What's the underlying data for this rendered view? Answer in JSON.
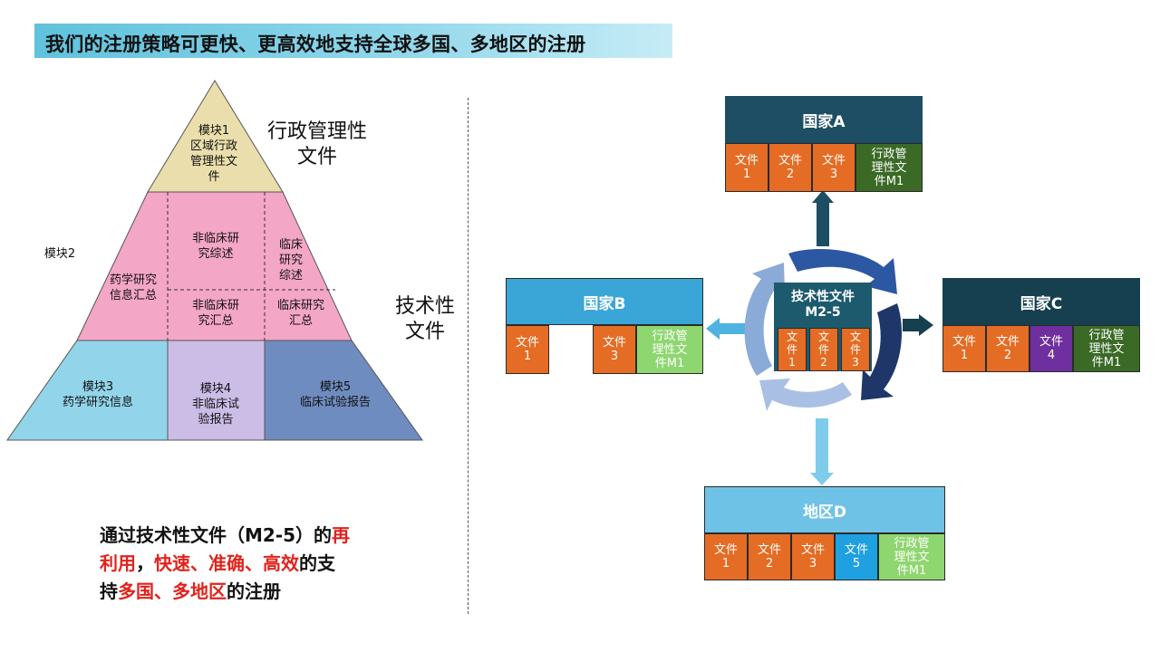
{
  "title": "我们的注册策略可更快、更高效地支持全球多国、多地区的注册",
  "pyramid": {
    "module1": [
      "模块1",
      "区域行政",
      "管理性文",
      "件"
    ],
    "module2": "模块2",
    "pharm_summary": [
      "药学研究",
      "信息汇总"
    ],
    "nonclinical_review": [
      "非临床研",
      "究综述"
    ],
    "clinical_review": [
      "临床",
      "研究",
      "综述"
    ],
    "nonclinical_summary": [
      "非临床研",
      "究汇总"
    ],
    "clinical_summary": [
      "临床研究",
      "汇总"
    ],
    "module3": [
      "模块3",
      "药学研究信息"
    ],
    "module4": [
      "模块4",
      "非临床试",
      "验报告"
    ],
    "module5": [
      "模块5",
      "临床试验报告"
    ],
    "admin_label": [
      "行政管理性",
      "文件"
    ],
    "tech_label": [
      "技术性",
      "文件"
    ]
  },
  "summary": {
    "p1": "通过技术性文件（M2-5）的",
    "p2": "再",
    "p3": "利用",
    "p4": "，",
    "p5": "快速、准确、高效",
    "p6": "的支",
    "p7": "持",
    "p8": "多国、多地区",
    "p9": "的注册"
  },
  "center": {
    "title": [
      "技术性文件",
      "M2-5"
    ],
    "docs": [
      [
        "文",
        "件",
        "1"
      ],
      [
        "文",
        "件",
        "2"
      ],
      [
        "文",
        "件",
        "3"
      ]
    ]
  },
  "countries": {
    "a": {
      "name": "国家A",
      "cells": [
        [
          "文件",
          "1"
        ],
        [
          "文件",
          "2"
        ],
        [
          "文件",
          "3"
        ],
        [
          "行政管",
          "理性文",
          "件M1"
        ]
      ]
    },
    "b": {
      "name": "国家B",
      "cells": [
        [
          "文件",
          "1"
        ],
        [
          "文件",
          "3"
        ],
        [
          "行政管",
          "理性文",
          "件M1"
        ]
      ]
    },
    "c": {
      "name": "国家C",
      "cells": [
        [
          "文件",
          "1"
        ],
        [
          "文件",
          "2"
        ],
        [
          "文件",
          "4"
        ],
        [
          "行政管",
          "理性文",
          "件M1"
        ]
      ]
    },
    "d": {
      "name": "地区D",
      "cells": [
        [
          "文件",
          "1"
        ],
        [
          "文件",
          "2"
        ],
        [
          "文件",
          "3"
        ],
        [
          "文件",
          "5"
        ],
        [
          "行政管",
          "理性文",
          "件M1"
        ]
      ]
    }
  },
  "colors": {
    "module1": "#eadfac",
    "module2": "#f4a6c6",
    "module3": "#92d5ea",
    "module4": "#cbbde6",
    "module5": "#6f8cc0",
    "file_orange": "#e46c24",
    "admin_dark_green": "#3a6a26",
    "admin_light_green": "#8ed66f",
    "file4_purple": "#6f2f9f",
    "file5_blue": "#1fa0e0",
    "country_a": "#1d4e63",
    "country_b": "#3aa6d8",
    "country_c": "#163f50",
    "region_d": "#6ec2e6",
    "accent_red": "#e0231c"
  }
}
